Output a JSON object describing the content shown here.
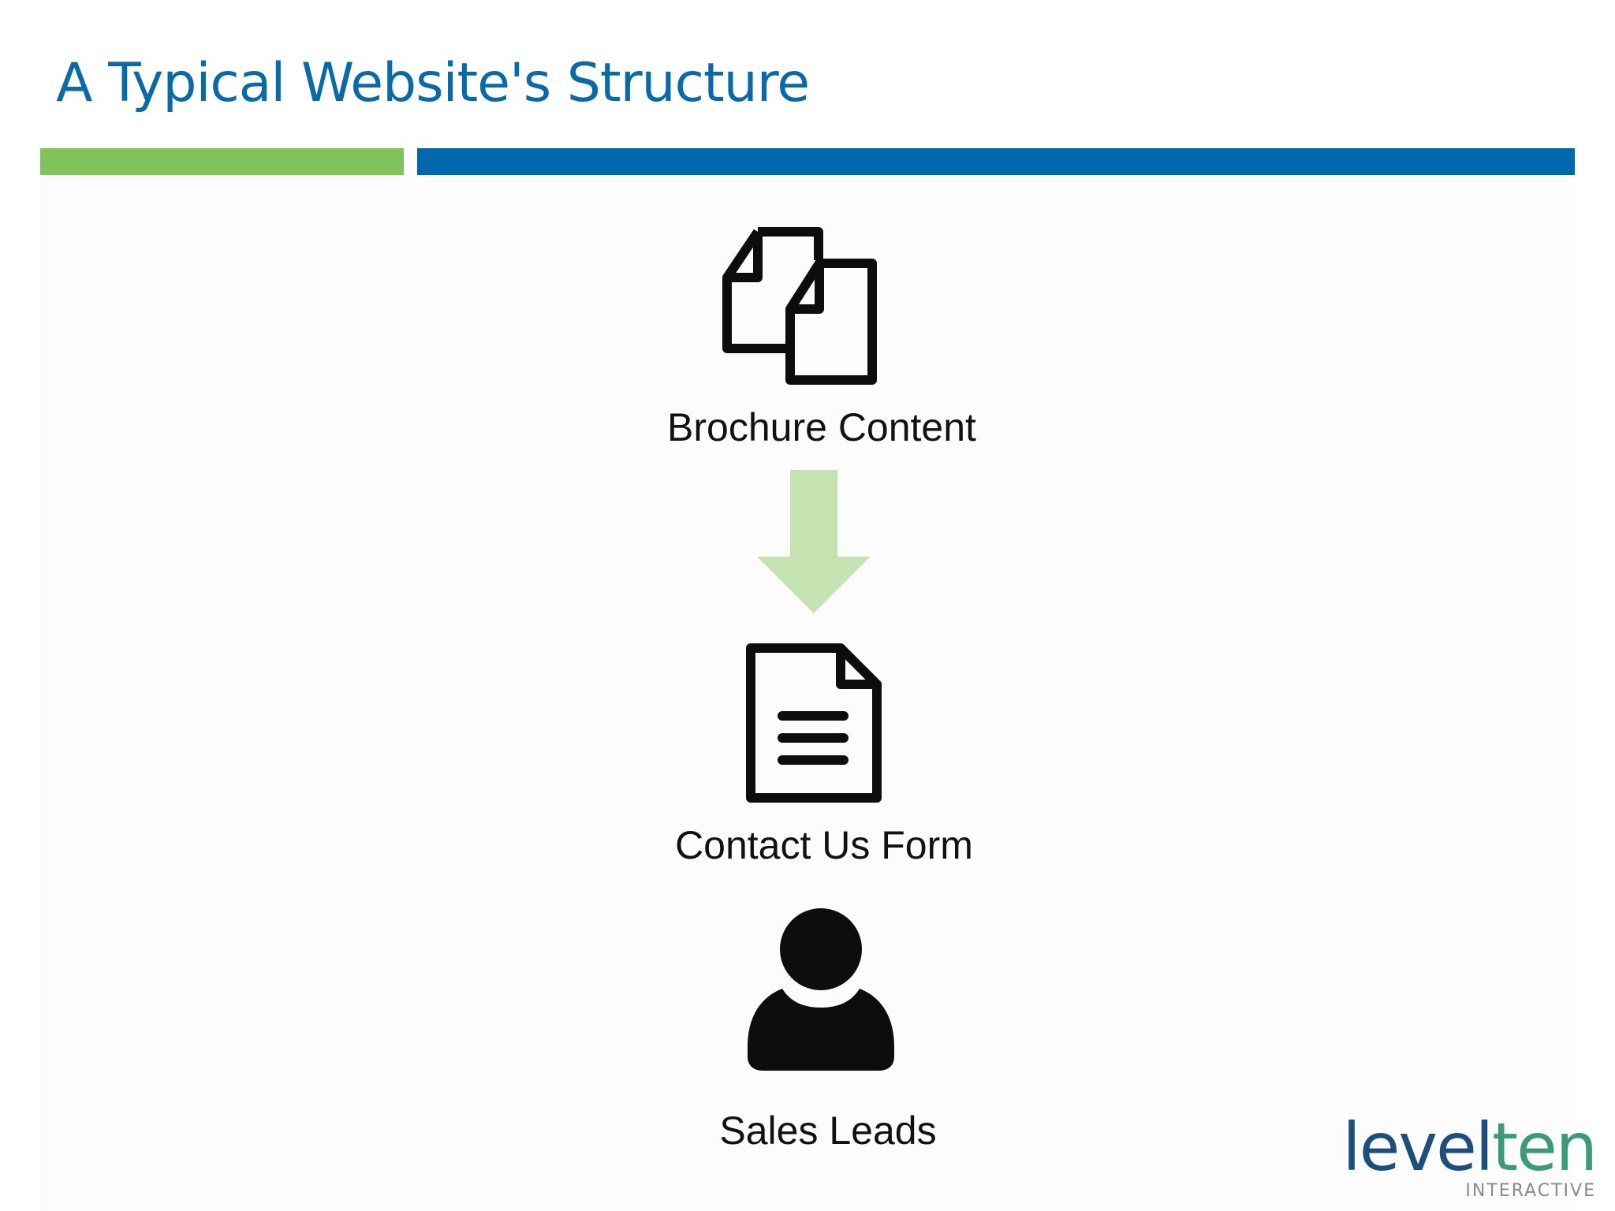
{
  "slide": {
    "title": "A Typical Website's Structure",
    "colors": {
      "title": "#0a6aa8",
      "accent_green": "#80c35a",
      "accent_blue": "#0169ab",
      "arrow": "#c5e3b0",
      "icon": "#0d0d0d"
    }
  },
  "diagram": {
    "nodes": [
      {
        "label": "Brochure Content",
        "icon": "documents-icon"
      },
      {
        "label": "Contact Us Form",
        "icon": "form-document-icon"
      },
      {
        "label": "Sales Leads",
        "icon": "person-icon"
      }
    ],
    "connector": {
      "from": "Brochure Content",
      "to": "Contact Us Form",
      "icon": "arrow-down-icon"
    }
  },
  "logo": {
    "word_part1": "level",
    "word_part2": "ten",
    "subtitle": "INTERACTIVE",
    "colors": {
      "part1": "#1d4f7c",
      "part2": "#3d9a78"
    }
  }
}
